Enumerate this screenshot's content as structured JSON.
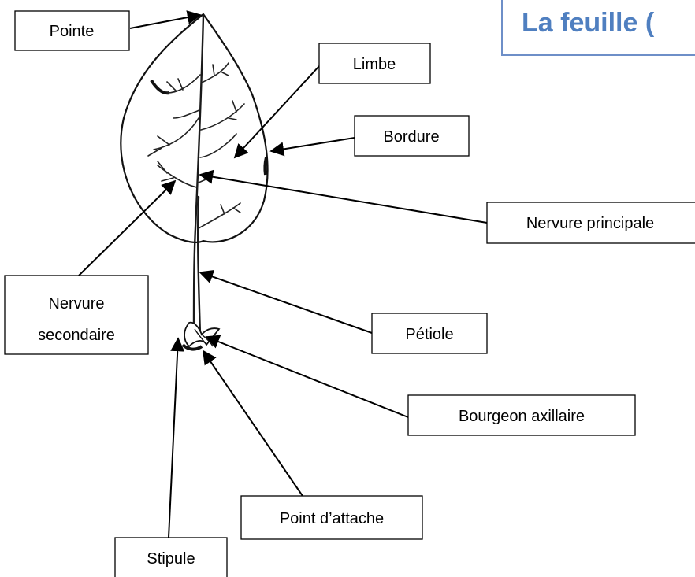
{
  "title": "La feuille (",
  "colors": {
    "title": "#4f7fc0",
    "title_box_border": "#6e8fc8",
    "ink": "#000000"
  },
  "labels": {
    "pointe": "Pointe",
    "limbe": "Limbe",
    "bordure": "Bordure",
    "nervure_principale": "Nervure principale",
    "nervure_secondaire_line1": "Nervure",
    "nervure_secondaire_line2": "secondaire",
    "petiole": "Pétiole",
    "bourgeon_axillaire": "Bourgeon axillaire",
    "point_attache": "Point d’attache",
    "stipule": "Stipule"
  }
}
